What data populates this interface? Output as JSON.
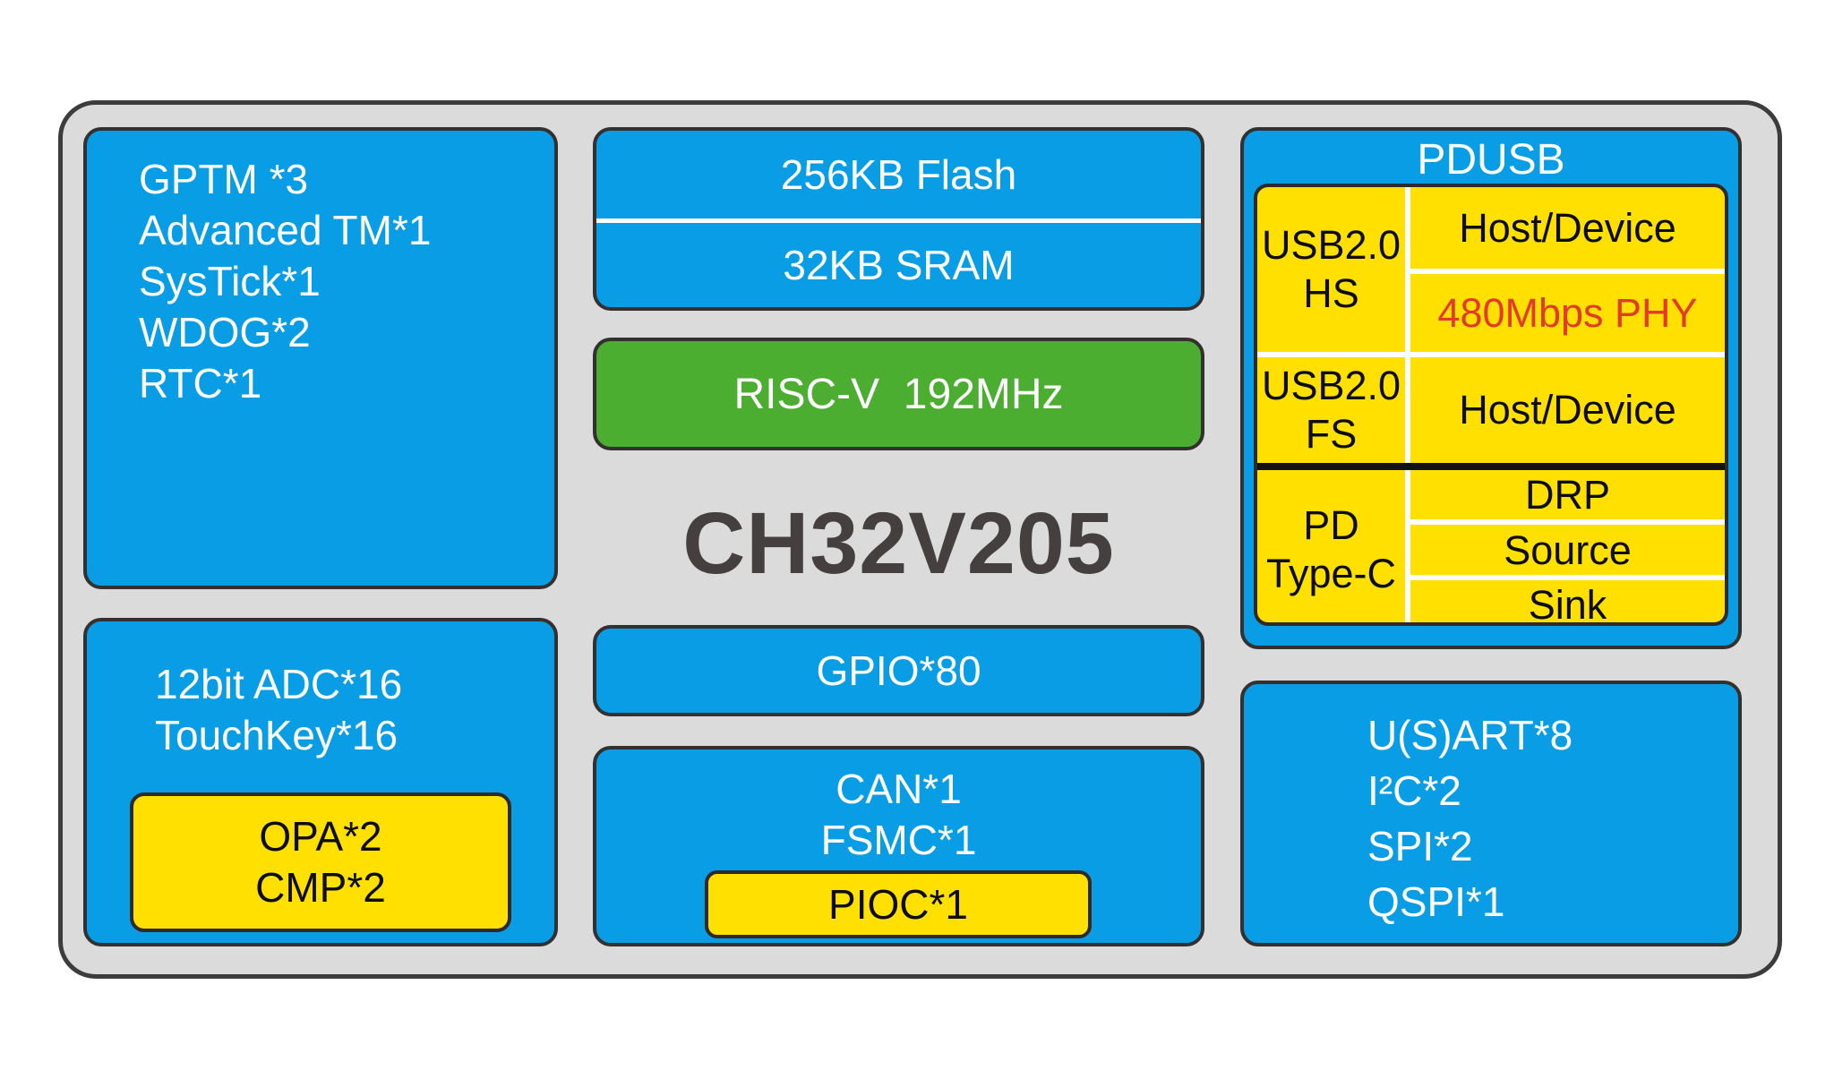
{
  "chip": {
    "title": "CH32V205"
  },
  "colors": {
    "blue": "#089DE4",
    "green": "#4BAE31",
    "yellow": "#FFE000",
    "red": "#E23A2B",
    "panel": "#DBDBDB",
    "border": "#3C3C3C",
    "title": "#453F3F"
  },
  "left": {
    "timers": {
      "lines": [
        "GPTM *3",
        "Advanced TM*1",
        "SysTick*1",
        "WDOG*2",
        "RTC*1"
      ]
    },
    "analog": {
      "lines": [
        "12bit ADC*16",
        "TouchKey*16"
      ],
      "opa_cmp": [
        "OPA*2",
        "CMP*2"
      ]
    }
  },
  "middle": {
    "memory": {
      "flash": "256KB Flash",
      "sram": "32KB SRAM"
    },
    "core": "RISC-V  192MHz",
    "gpio": "GPIO*80",
    "connectivity": {
      "lines": [
        "CAN*1",
        "FSMC*1"
      ],
      "pioc": "PIOC*1"
    }
  },
  "right": {
    "pdusb": {
      "header": "PDUSB",
      "hs": {
        "label": [
          "USB2.0",
          "HS"
        ],
        "mode": "Host/Device",
        "phy": "480Mbps PHY"
      },
      "fs": {
        "label": [
          "USB2.0",
          "FS"
        ],
        "mode": "Host/Device"
      },
      "pd": {
        "label": [
          "PD",
          "Type-C"
        ],
        "modes": [
          "DRP",
          "Source",
          "Sink"
        ]
      }
    },
    "comms": {
      "lines": [
        "U(S)ART*8",
        "I²C*2",
        "SPI*2",
        "QSPI*1"
      ]
    }
  }
}
